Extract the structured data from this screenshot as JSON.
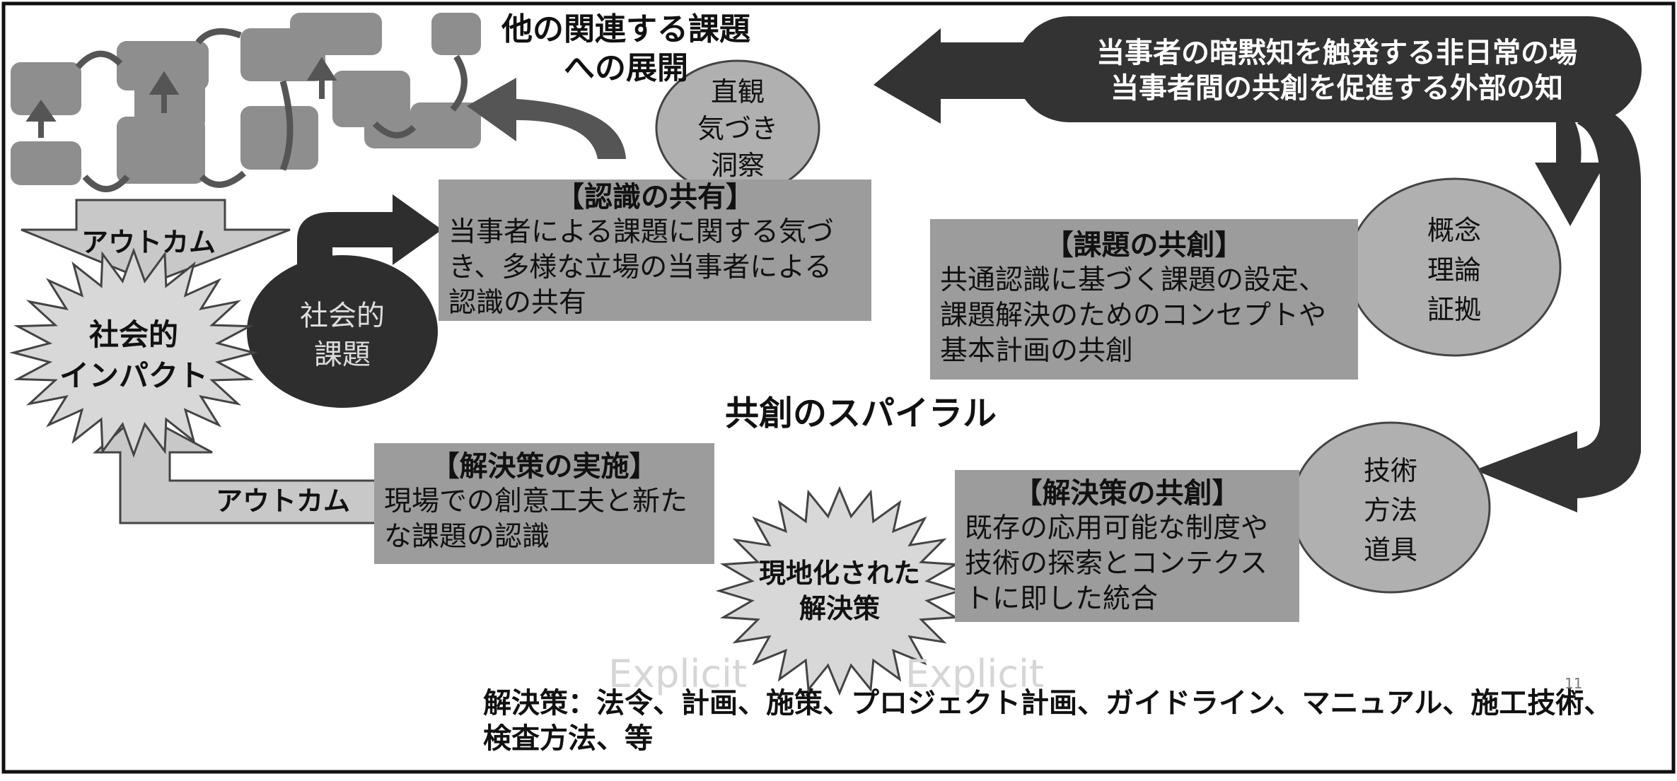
{
  "expansion_label": [
    "他の関連する課題",
    "への展開"
  ],
  "intuition_cloud": [
    "直観",
    "気づき",
    "洞察"
  ],
  "banner": [
    "当事者の暗黙知を触発する非日常の場",
    "当事者間の共創を促進する外部の知"
  ],
  "concept_cloud": [
    "概念",
    "理論",
    "証拠"
  ],
  "tech_cloud": [
    "技術",
    "方法",
    "道具"
  ],
  "social_issue_cloud": [
    "社会的",
    "課題"
  ],
  "social_impact": [
    "社会的",
    "インパクト"
  ],
  "outcome_top": "アウトカム",
  "outcome_bottom": "アウトカム",
  "recognition_box": {
    "title": "【認識の共有】",
    "lines": [
      "当事者による課題に関する気づ",
      "き、多様な立場の当事者による",
      "認識の共有"
    ]
  },
  "issue_cocreation_box": {
    "title": "【課題の共創】",
    "lines": [
      "共通認識に基づく課題の設定、",
      "課題解決のためのコンセプトや",
      "基本計画の共創"
    ]
  },
  "implementation_box": {
    "title": "【解決策の実施】",
    "lines": [
      "現場での創意工夫と新た",
      "な課題の認識"
    ]
  },
  "solution_cocreation_box": {
    "title": "【解決策の共創】",
    "lines": [
      "既存の応用可能な制度や",
      "技術の探索とコンテクス",
      "トに即した統合"
    ]
  },
  "localized_solution": [
    "現地化された",
    "解決策"
  ],
  "spiral_title": "共創のスパイラル",
  "footnote": [
    "解決策：法令、計画、施策、プロジェクト計画、ガイドライン、マニュアル、施工技術、",
    "検査方法、等"
  ],
  "background_bleed": {
    "explicit_1": "Explicit",
    "explicit_2": "Explicit",
    "page_number": "11"
  },
  "colors": {
    "box": "#9c9c9c",
    "dark": "#3a3a3a",
    "cloud": "#a8a8a8",
    "light": "#c8c8c8"
  }
}
